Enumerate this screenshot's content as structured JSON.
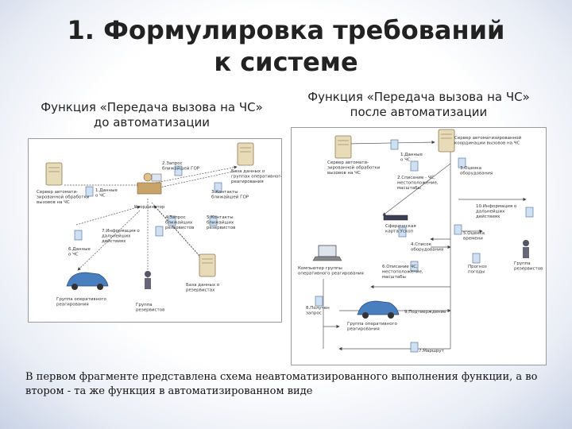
{
  "slide": {
    "title_line1": "1. Формулировка требований",
    "title_line2": "к системе",
    "subtitle_left_line1": "Функция «Передача вызова на ЧС»",
    "subtitle_left_line2": "до автоматизации",
    "subtitle_right_line1": "Функция «Передача вызова на ЧС»",
    "subtitle_right_line2": "после автоматизации",
    "caption": "В первом фрагменте представлена схема неавтоматизированного выполнения функции, а во втором - та же функция в автоматизированном виде"
  },
  "diagram_before": {
    "labels": {
      "server": "Сервер автомати-\nзированной обработки\nвызовов на ЧС",
      "step1": "1.Данные\nо ЧС",
      "step2": "2.Запрос\nближайшей ГОР",
      "step3": "3.Контакты\nближайшей ГОР",
      "db_groups": "База данных о\nгруппах оперативного\nреагирования",
      "coordinator": "Координатор",
      "step4": "4.Запрос\nближайших\nрезервистов",
      "step5": "5.Контакты\nближайших\nрезервистов",
      "step6": "6.Данные\nо ЧС",
      "step7": "7.Информация о\nдальнейших\nдействиях",
      "db_reserve": "База данных о\nрезервистах",
      "ops_group": "Группа оперативного\nреагирования",
      "reserve_group": "Группа\nрезервистов"
    }
  },
  "diagram_after": {
    "labels": {
      "server_top": "Сервер автоматизированной\nкоординации вызовов на ЧС",
      "server_left": "Сервер автомати-\nзированной обработки\nвызовов на ЧС",
      "step1": "1.Данные\nо ЧС",
      "step2": "2.Списание - ЧС,\nместоположение,\nмасштабы",
      "terrain": "Сферическая\nкарта Ускоп",
      "step3": "3.Оценка\nоборудования",
      "step4": "4.Список\nоборудования",
      "step5": "5.Оценка\nвремени",
      "weather": "Прогноз\nпогоды",
      "step10": "10.Информация о\nдальнейших\nдействиях",
      "reserve_group": "Группа\nрезервистов",
      "laptop": "Компьютер группы\nоперативного реагирования",
      "step6": "6.Описание ЧС,\nместоположение,\nмасштабы",
      "step8": "8.Получен\nзапрос",
      "step9": "9.Подтверждение",
      "ops_group": "Группа оперативного\nреагирования",
      "step7": "7.Маршрут"
    }
  }
}
